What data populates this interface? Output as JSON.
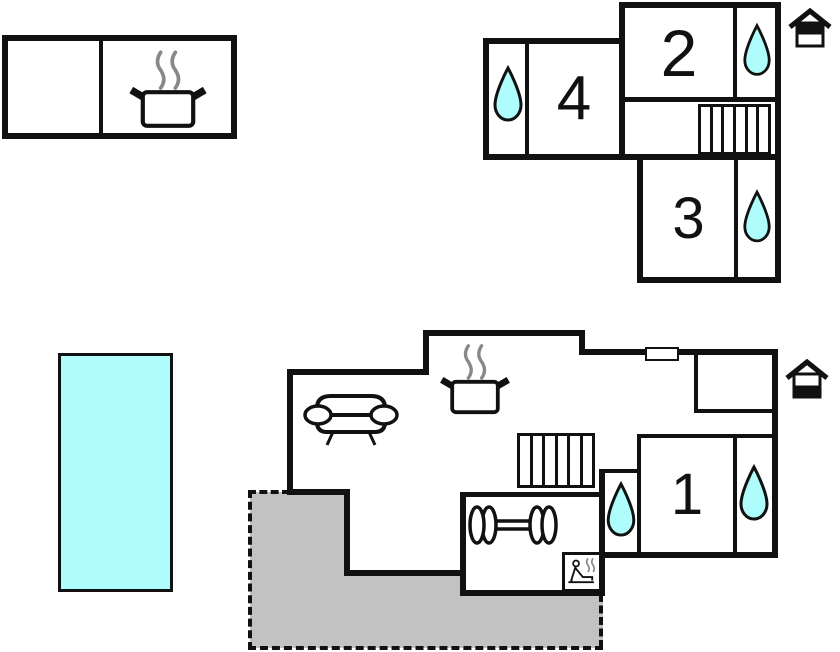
{
  "title": "holiday-home-floor-plan",
  "rooms": {
    "room1": {
      "label": "1"
    },
    "room2": {
      "label": "2"
    },
    "room3": {
      "label": "3"
    },
    "room4": {
      "label": "4"
    }
  },
  "colors": {
    "water": "#aefcfc",
    "terrace": "#c2c2c2",
    "wall": "#111111",
    "steam": "#888888"
  },
  "icons": {
    "water_drop": "water-drop-icon",
    "cooking_pot": "cooking-pot-icon",
    "sofa": "sofa-icon",
    "dumbbell": "dumbbell-icon",
    "sauna": "sauna-person-icon",
    "stairs": "stairs-icon",
    "upper_floor_indicator": "house-upper-floor-icon",
    "ground_floor_indicator": "house-ground-floor-icon",
    "window": "window-marker",
    "pool": "swimming-pool"
  }
}
